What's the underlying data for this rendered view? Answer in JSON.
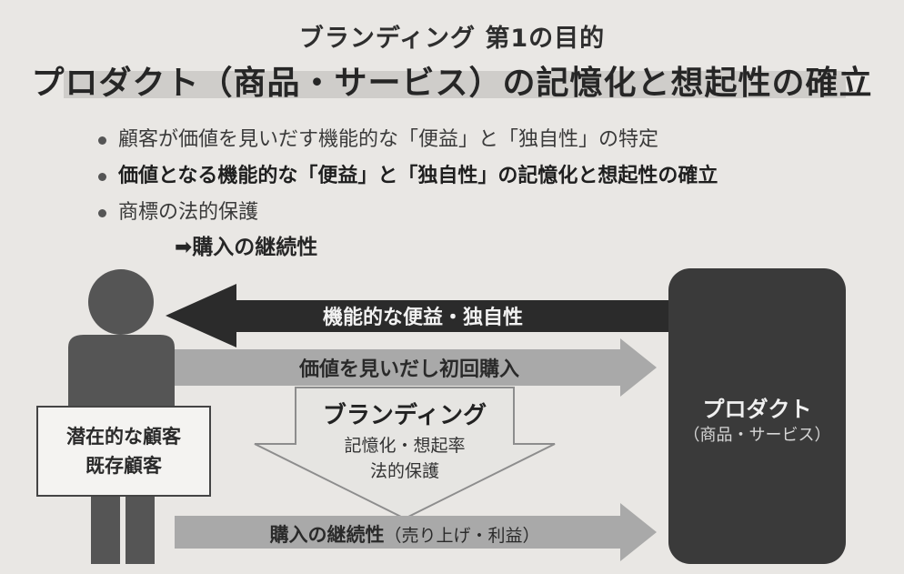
{
  "header": {
    "subtitle": "ブランディング 第1の目的",
    "title": "プロダクト（商品・サービス）の記憶化と想起性の確立"
  },
  "bullets": [
    "顧客が価値を見いだす機能的な「便益」と「独自性」の特定",
    "価値となる機能的な「便益」と「独自性」の記憶化と想起性の確立",
    "商標の法的保護"
  ],
  "result_text": "➡購入の継続性",
  "diagram": {
    "arrow_back_label": "機能的な便益・独自性",
    "arrow_first_purchase_label": "価値を見いだし初回購入",
    "branding": {
      "title": "ブランディング",
      "line1": "記憶化・想起率",
      "line2": "法的保護"
    },
    "arrow_continuity_main": "購入の継続性",
    "arrow_continuity_sub": "（売り上げ・利益）",
    "customer": {
      "line1": "潜在的な顧客",
      "line2": "既存顧客"
    },
    "product": {
      "title": "プロダクト",
      "sub": "（商品・サービス）"
    }
  },
  "colors": {
    "dark_arrow": "#2b2b2b",
    "gray_arrow": "#a9a9a9",
    "figure": "#555555",
    "product_box": "#3a3a3a"
  }
}
